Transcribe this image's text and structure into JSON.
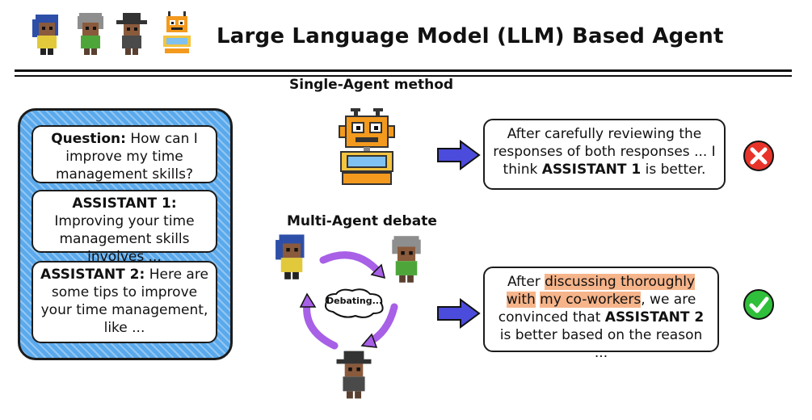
{
  "title": "Large Language Model (LLM) Based Agent",
  "sections": {
    "single": "Single-Agent method",
    "multi": "Multi-Agent debate"
  },
  "question_card": {
    "label": "Question:",
    "text": " How can I improve my time management skills?"
  },
  "assistant1_card": {
    "label": "ASSISTANT 1:",
    "text": " Improving your time management skills involves ..."
  },
  "assistant2_card": {
    "label": "ASSISTANT 2:",
    "text": " Here are some tips to improve your time management, like ..."
  },
  "debate_bubble": "Debating...",
  "single_response": {
    "pre": "After carefully reviewing the responses of both responses ... I think ",
    "bold": "ASSISTANT 1",
    "post": " is better."
  },
  "multi_response": {
    "pre": "After ",
    "highlight1": "discussing thoroughly with",
    "mid_space": " ",
    "highlight2": "my co-workers",
    "mid": ", we are convinced that ",
    "bold": "ASSISTANT 2",
    "post": " is better based on the reason ..."
  },
  "verdicts": {
    "single": "wrong-x",
    "multi": "correct-check"
  },
  "colors": {
    "panel_blue": "#5aa9ec",
    "arrow_blue": "#2b2bd6",
    "debate_purple": "#a760e6",
    "highlight": "#f6b48a",
    "wrong_red": "#e8332a",
    "right_green": "#2fbf3a"
  }
}
